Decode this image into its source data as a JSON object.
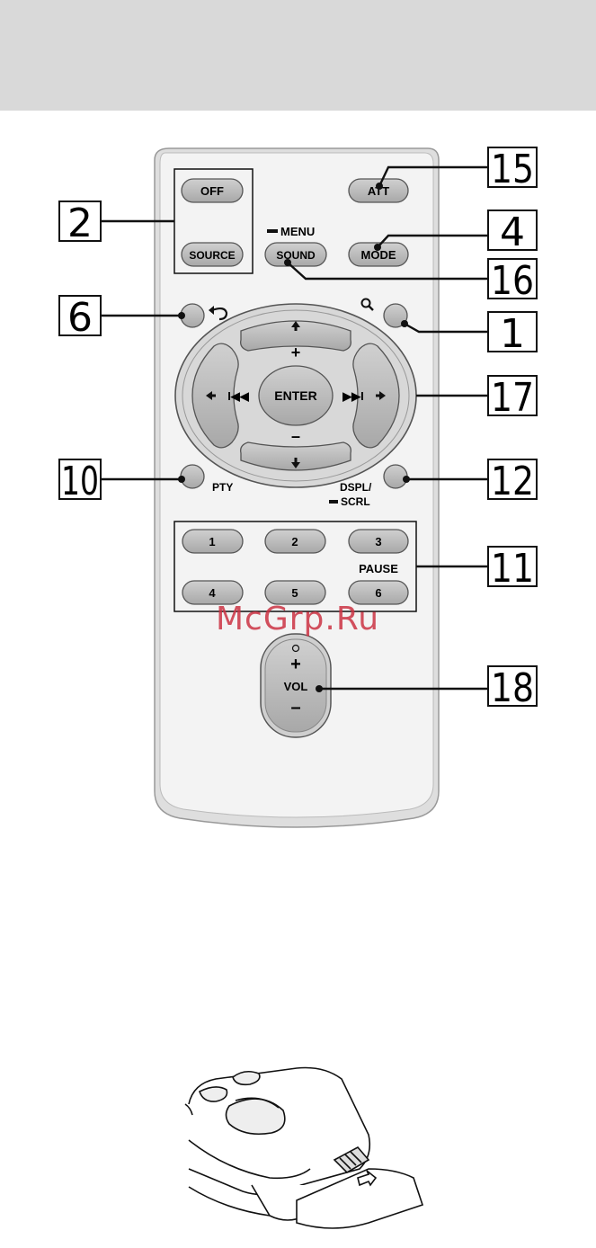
{
  "remote": {
    "buttons": {
      "off": "OFF",
      "source": "SOURCE",
      "att": "ATT",
      "menu": "MENU",
      "sound": "SOUND",
      "mode": "MODE",
      "plus": "+",
      "minus": "–",
      "enter": "ENTER",
      "prev": "I◀◀",
      "next": "▶▶I",
      "pty": "PTY",
      "dspl": "DSPL/",
      "scrl": "SCRL",
      "pause": "PAUSE",
      "num_1": "1",
      "num_2": "2",
      "num_3": "3",
      "num_4": "4",
      "num_5": "5",
      "num_6": "6",
      "vol": "VOL",
      "vol_plus": "+",
      "vol_minus": "–"
    }
  },
  "callouts": {
    "c15": "15",
    "c2": "2",
    "c4": "4",
    "c16": "16",
    "c6": "6",
    "c1": "1",
    "c17": "17",
    "c10": "10",
    "c12": "12",
    "c11": "11",
    "c18": "18"
  },
  "watermark": "McGrp.Ru",
  "colors": {
    "header_band": "#d9d9d9",
    "remote_body": "#f2f2f2",
    "button_fill": "#bdbdbd",
    "dpad_ring": "#d6d6d6",
    "watermark": "#cc3344"
  }
}
